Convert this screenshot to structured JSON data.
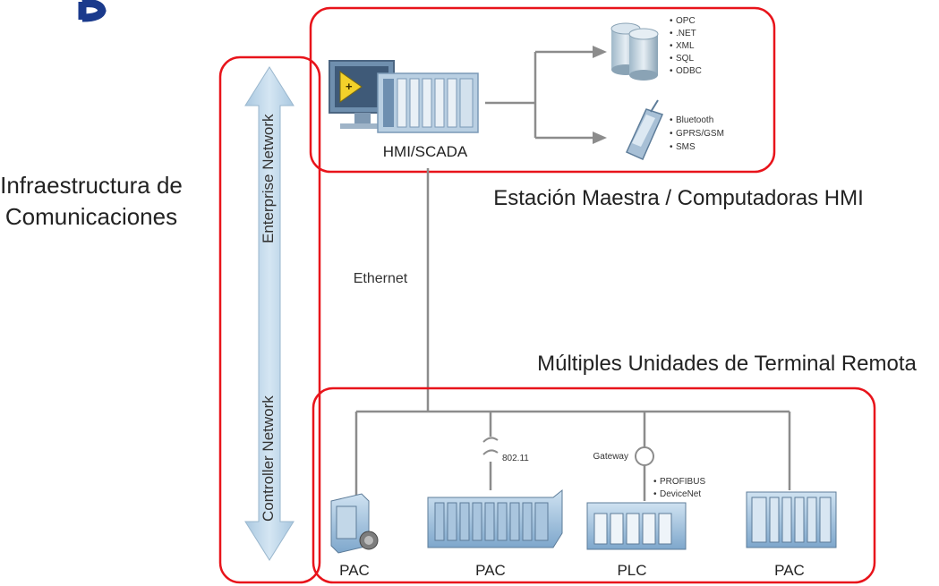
{
  "infrastructure_label": {
    "line1": "Infraestructura de",
    "line2": "Comunicaciones"
  },
  "network_axis": {
    "enterprise_label": "Enterprise Network",
    "controller_label": "Controller Network"
  },
  "master_station": {
    "hmi_label": "HMI/SCADA",
    "caption": "Estación Maestra / Computadoras HMI",
    "database_items": [
      "OPC",
      ".NET",
      "XML",
      "SQL",
      "ODBC"
    ],
    "wireless_items": [
      "Bluetooth",
      "GPRS/GSM",
      "SMS"
    ]
  },
  "ethernet_label": "Ethernet",
  "rtu": {
    "caption": "Múltiples Unidades de Terminal Remota",
    "wifi_label": "802.11",
    "gateway_label": "Gateway",
    "fieldbus_items": [
      "PROFIBUS",
      "DeviceNet"
    ],
    "devices": [
      {
        "label": "PAC"
      },
      {
        "label": "PAC"
      },
      {
        "label": "PLC"
      },
      {
        "label": "PAC"
      }
    ]
  },
  "colors": {
    "highlight_border": "#e8141b",
    "arrow_fill": "#b9d3e6",
    "wire": "#8c8c8c",
    "device_blue": "#8fb6d8"
  }
}
